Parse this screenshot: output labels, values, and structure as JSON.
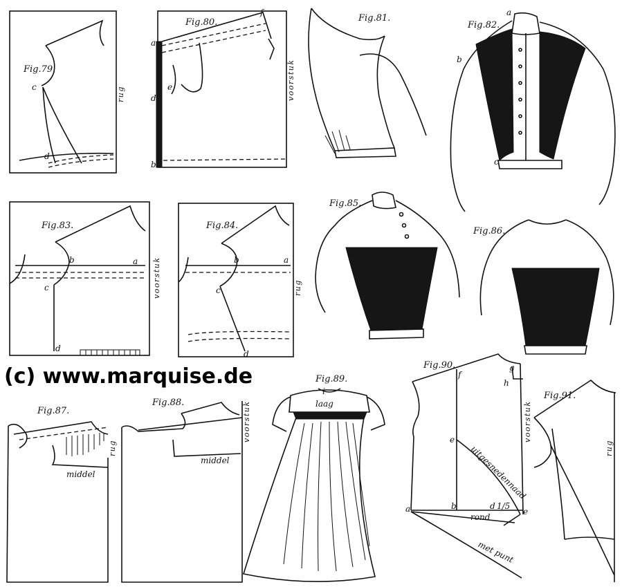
{
  "watermark": "(c) www.marquise.de",
  "figures": {
    "f79": "Fig.79.",
    "f80": "Fig.80.",
    "f81": "Fig.81.",
    "f82": "Fig.82.",
    "f83": "Fig.83.",
    "f84": "Fig.84.",
    "f85": "Fig.85.",
    "f86": "Fig.86.",
    "f87": "Fig.87.",
    "f88": "Fig.88.",
    "f89": "Fig.89.",
    "f90": "Fig.90.",
    "f91": "Fig.91."
  },
  "words": {
    "rug": "rug",
    "voorstuk": "voorstuk",
    "middel": "middel",
    "laag": "laag",
    "uitgesnedennaad": "uitgesnedennaad",
    "rond": "rond",
    "met_punt": "met punt",
    "fraction": "1/5"
  },
  "points": {
    "a": "a",
    "b": "b",
    "c": "c",
    "d": "d",
    "e": "e",
    "f": "f",
    "g": "g",
    "h": "h",
    "i": "i"
  }
}
